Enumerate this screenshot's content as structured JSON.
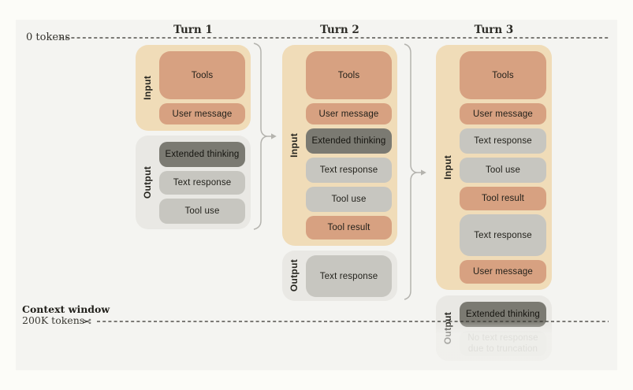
{
  "markers": {
    "zero_label": "0 tokens",
    "context_window_title": "Context window",
    "context_window_subtitle": "200K tokens",
    "scissors_icon": "✂"
  },
  "colors": {
    "page_bg": "#fcfcf8",
    "panel_bg": "#f4f4f1",
    "input_group_bg": "#f0dcb8",
    "output_group_bg": "#e9e8e4",
    "orange_block": "#d7a181",
    "gray_block": "#c7c6c0",
    "dark_block": "#7b7a72",
    "faded_block": "#e4e3df",
    "connector": "#b4b3ae",
    "dash_line": "#33322c"
  },
  "turns": [
    {
      "title": "Turn 1",
      "groups": [
        {
          "label": "Input",
          "blocks": [
            {
              "label": "Tools"
            },
            {
              "label": "User message"
            }
          ]
        },
        {
          "label": "Output",
          "blocks": [
            {
              "label": "Extended thinking"
            },
            {
              "label": "Text response"
            },
            {
              "label": "Tool use"
            }
          ]
        }
      ]
    },
    {
      "title": "Turn 2",
      "groups": [
        {
          "label": "Input",
          "blocks": [
            {
              "label": "Tools"
            },
            {
              "label": "User message"
            },
            {
              "label": "Extended thinking"
            },
            {
              "label": "Text response"
            },
            {
              "label": "Tool use"
            },
            {
              "label": "Tool result"
            }
          ]
        },
        {
          "label": "Output",
          "blocks": [
            {
              "label": "Text response"
            }
          ]
        }
      ]
    },
    {
      "title": "Turn 3",
      "groups": [
        {
          "label": "Input",
          "blocks": [
            {
              "label": "Tools"
            },
            {
              "label": "User message"
            },
            {
              "label": "Text response"
            },
            {
              "label": "Tool use"
            },
            {
              "label": "Tool result"
            },
            {
              "label": "Text response"
            },
            {
              "label": "User message"
            }
          ]
        },
        {
          "label": "Output",
          "blocks": [
            {
              "label": "Extended thinking"
            },
            {
              "label": "No text response due to truncation"
            }
          ]
        }
      ]
    }
  ]
}
